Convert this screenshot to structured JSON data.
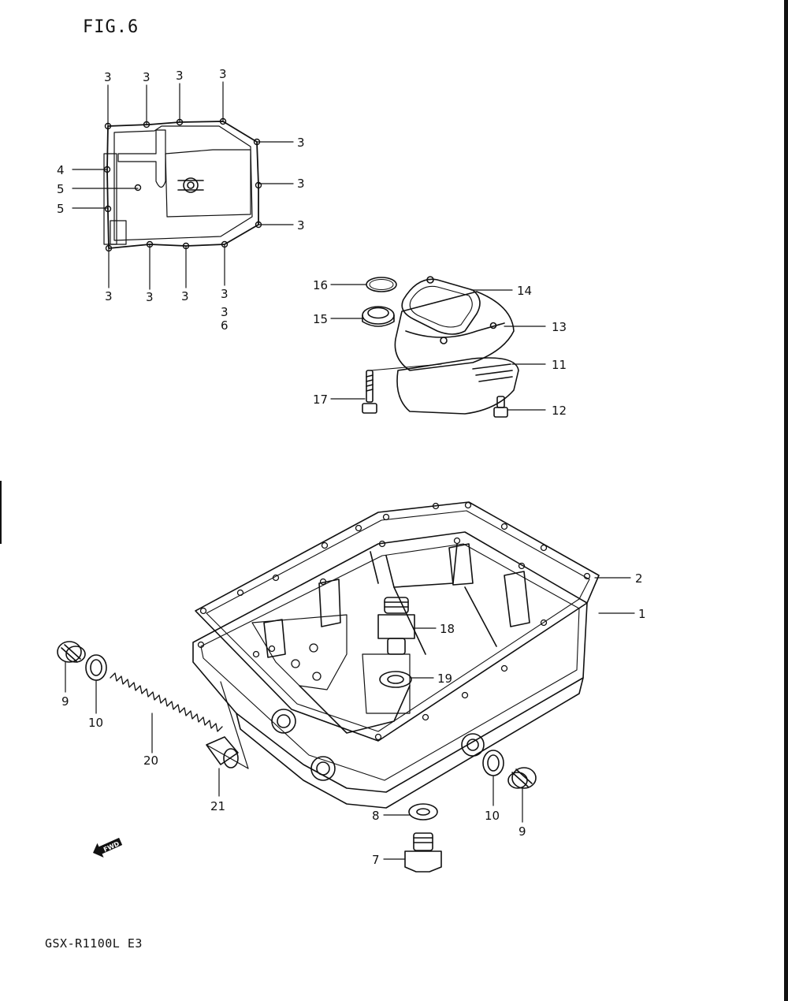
{
  "figure": {
    "title": "FIG.6",
    "model": "GSX-R1100L  E3"
  },
  "fwd_badge": "FWD",
  "callouts": {
    "gasket_plan": [
      "3",
      "3",
      "3",
      "3",
      "3",
      "3",
      "3",
      "3",
      "3",
      "3",
      "3",
      "4",
      "5",
      "5",
      "3\n6"
    ],
    "filter": [
      "16",
      "15",
      "14",
      "13",
      "11",
      "17",
      "12"
    ],
    "pan": [
      "2",
      "1",
      "18",
      "19",
      "9",
      "10",
      "20",
      "21",
      "8",
      "10",
      "9",
      "7"
    ]
  }
}
